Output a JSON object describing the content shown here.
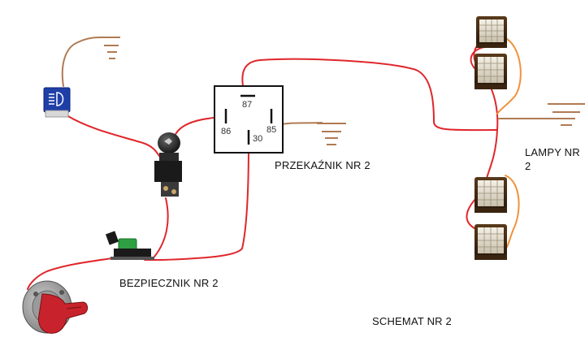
{
  "labels": {
    "relay": "PRZEKAŹNIK NR 2",
    "fuse": "BEZPIECZNIK NR 2",
    "lamps_line1": "LAMPY NR",
    "lamps_line2": "2",
    "schema": "SCHEMAT NR 2"
  },
  "relay_pins": {
    "p87": "87",
    "p86": "86",
    "p85": "85",
    "p30": "30"
  },
  "icons": {
    "headlight_indicator": "high-beam-icon",
    "switch": "push-pull-switch-icon",
    "fuse": "blade-fuse-icon",
    "battery_switch": "battery-master-switch-icon",
    "lamp": "work-lamp-icon",
    "ground": "ground-icon"
  },
  "colors": {
    "positive_wire": "#e0262b",
    "ground_wire": "#b07a52",
    "lamp_wire": "#f0923a",
    "relay_box": "#111111",
    "indicator_blue": "#1f3fa8"
  }
}
